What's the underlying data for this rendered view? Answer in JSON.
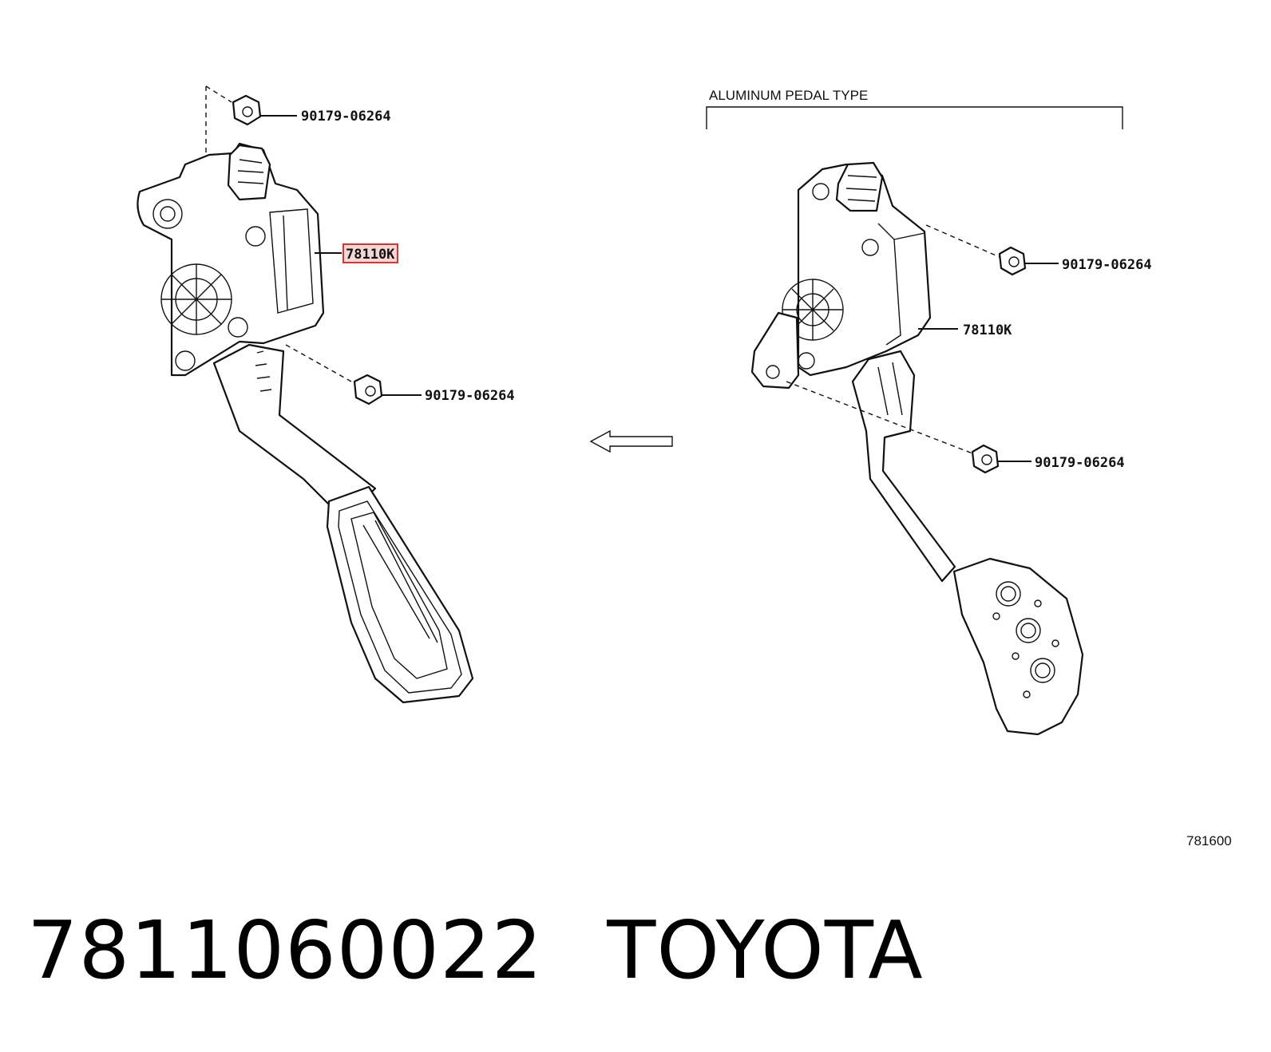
{
  "callouts": {
    "left_nut_top": "90179-06264",
    "left_pedal": "78110K",
    "left_nut_bottom": "90179-06264",
    "right_nut_top": "90179-06264",
    "right_pedal": "78110K",
    "right_nut_bottom": "90179-06264"
  },
  "variant_label": "ALUMINUM PEDAL TYPE",
  "figure_number": "781600",
  "caption": {
    "part_number": "7811060022",
    "brand": "TOYOTA"
  },
  "colors": {
    "highlight": "#e03030",
    "ink": "#111111"
  }
}
